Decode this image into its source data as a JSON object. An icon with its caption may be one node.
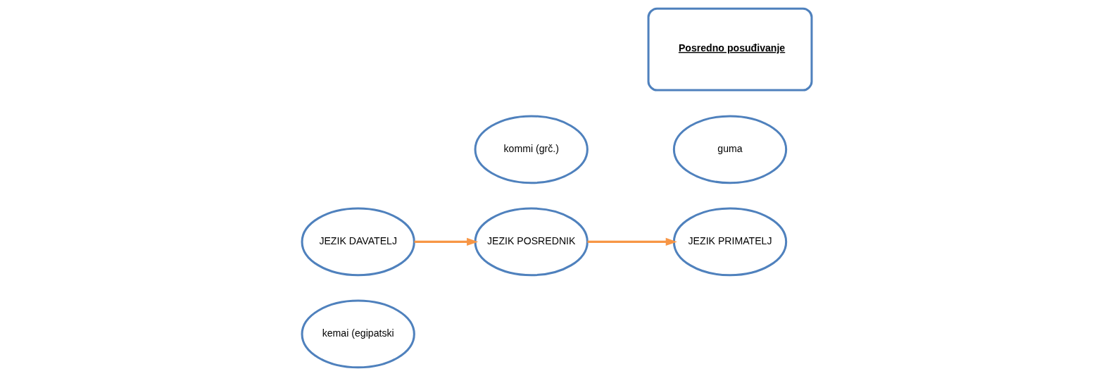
{
  "diagram": {
    "nodes": [
      {
        "text": [
          "kemai (egipatski"
        ]
      },
      {
        "text": [
          "JEZIK DAVATELJ"
        ]
      },
      {
        "text": [
          "JEZIK POSREDNIK"
        ]
      },
      {
        "text": [
          "kommi (grč.)"
        ]
      },
      {
        "text": [
          "guma"
        ]
      },
      {
        "text": [
          "JEZIK PRIMATELJ"
        ]
      },
      {
        "text": [
          "Posredno posuđivanje"
        ]
      }
    ],
    "edges": [
      {
        "from": 1,
        "to": 2,
        "arrow": "to"
      },
      {
        "from": 2,
        "to": 5,
        "arrow": "to"
      }
    ]
  }
}
